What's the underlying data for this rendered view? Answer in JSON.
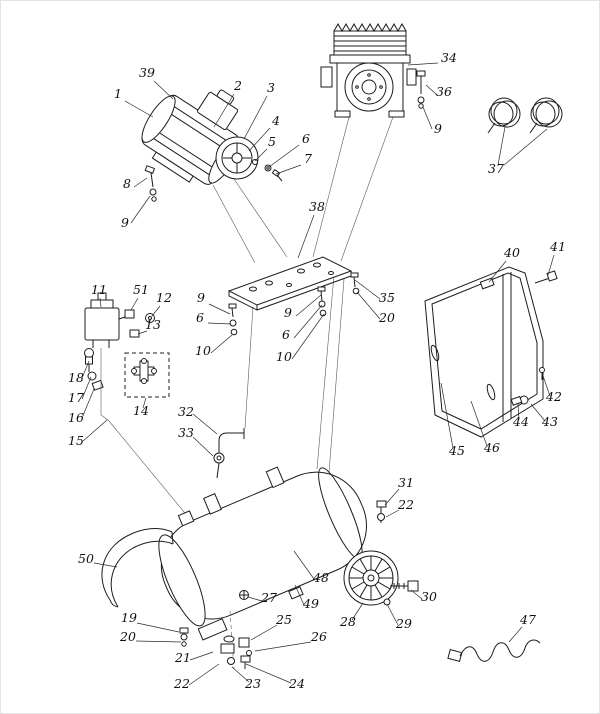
{
  "diagram": {
    "type": "exploded-parts-diagram",
    "subject": "air compressor",
    "background_color": "#ffffff",
    "line_color": "#1c1c1c",
    "label_color": "#111111"
  },
  "callouts": [
    {
      "label": "39"
    },
    {
      "label": "1"
    },
    {
      "label": "2"
    },
    {
      "label": "3"
    },
    {
      "label": "4"
    },
    {
      "label": "5"
    },
    {
      "label": "6"
    },
    {
      "label": "7"
    },
    {
      "label": "8"
    },
    {
      "label": "9"
    },
    {
      "label": "34"
    },
    {
      "label": "36"
    },
    {
      "label": "9"
    },
    {
      "label": "37"
    },
    {
      "label": "38"
    },
    {
      "label": "40"
    },
    {
      "label": "41"
    },
    {
      "label": "9"
    },
    {
      "label": "6"
    },
    {
      "label": "10"
    },
    {
      "label": "35"
    },
    {
      "label": "20"
    },
    {
      "label": "9"
    },
    {
      "label": "6"
    },
    {
      "label": "10"
    },
    {
      "label": "11"
    },
    {
      "label": "51"
    },
    {
      "label": "12"
    },
    {
      "label": "13"
    },
    {
      "label": "18"
    },
    {
      "label": "17"
    },
    {
      "label": "16"
    },
    {
      "label": "14"
    },
    {
      "label": "15"
    },
    {
      "label": "32"
    },
    {
      "label": "33"
    },
    {
      "label": "42"
    },
    {
      "label": "44"
    },
    {
      "label": "43"
    },
    {
      "label": "45"
    },
    {
      "label": "46"
    },
    {
      "label": "50"
    },
    {
      "label": "31"
    },
    {
      "label": "22"
    },
    {
      "label": "48"
    },
    {
      "label": "27"
    },
    {
      "label": "49"
    },
    {
      "label": "30"
    },
    {
      "label": "28"
    },
    {
      "label": "29"
    },
    {
      "label": "19"
    },
    {
      "label": "20"
    },
    {
      "label": "25"
    },
    {
      "label": "26"
    },
    {
      "label": "21"
    },
    {
      "label": "22"
    },
    {
      "label": "23"
    },
    {
      "label": "24"
    },
    {
      "label": "47"
    }
  ]
}
